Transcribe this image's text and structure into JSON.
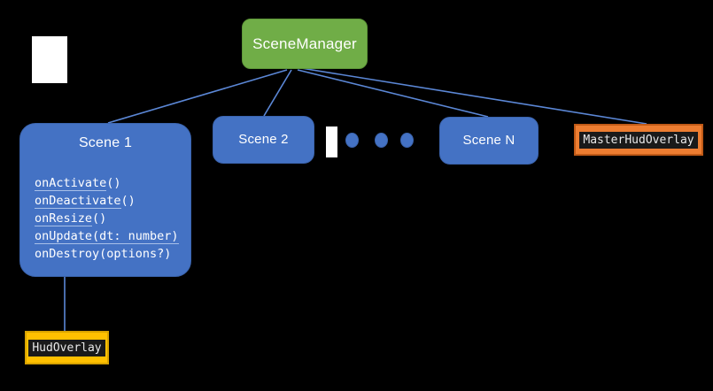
{
  "diagram": {
    "type": "hierarchy",
    "background_color": "#000000",
    "palette": {
      "manager_fill": "#70AD47",
      "scene_fill": "#4472C4",
      "master_overlay_fill": "#ED7D31",
      "overlay_fill": "#FFC000",
      "edge_color": "#5B87D6",
      "node_text": "#FFFFFF",
      "code_text": "#E8E8E8",
      "code_bg": "#1A1A1A",
      "placeholder_fill": "#FFFFFF"
    },
    "root": {
      "label": "SceneManager"
    },
    "scenes": [
      {
        "label": "Scene 1"
      },
      {
        "label": "Scene 2"
      },
      {
        "label": "Scene N"
      }
    ],
    "scene_one_methods": [
      {
        "name": "onActivate",
        "signature": "()",
        "underlined": true
      },
      {
        "name": "onDeactivate",
        "signature": "()",
        "underlined": true
      },
      {
        "name": "onResize",
        "signature": "()",
        "underlined": true
      },
      {
        "name": "onUpdate",
        "signature": "(dt: number)",
        "underlined": true
      },
      {
        "name": "onDestroy",
        "signature": "(options?)",
        "underlined": false
      }
    ],
    "overlays": [
      {
        "label": "MasterHudOverlay",
        "parent": "SceneManager"
      },
      {
        "label": "HudOverlay",
        "parent": "Scene 1"
      }
    ],
    "ellipsis": {
      "glyph": "•",
      "count": 3,
      "meaning": "more scenes"
    },
    "edges": [
      {
        "from": "SceneManager",
        "to": "Scene 1"
      },
      {
        "from": "SceneManager",
        "to": "Scene 2"
      },
      {
        "from": "SceneManager",
        "to": "Scene N"
      },
      {
        "from": "SceneManager",
        "to": "MasterHudOverlay"
      },
      {
        "from": "Scene 1",
        "to": "HudOverlay"
      }
    ]
  }
}
